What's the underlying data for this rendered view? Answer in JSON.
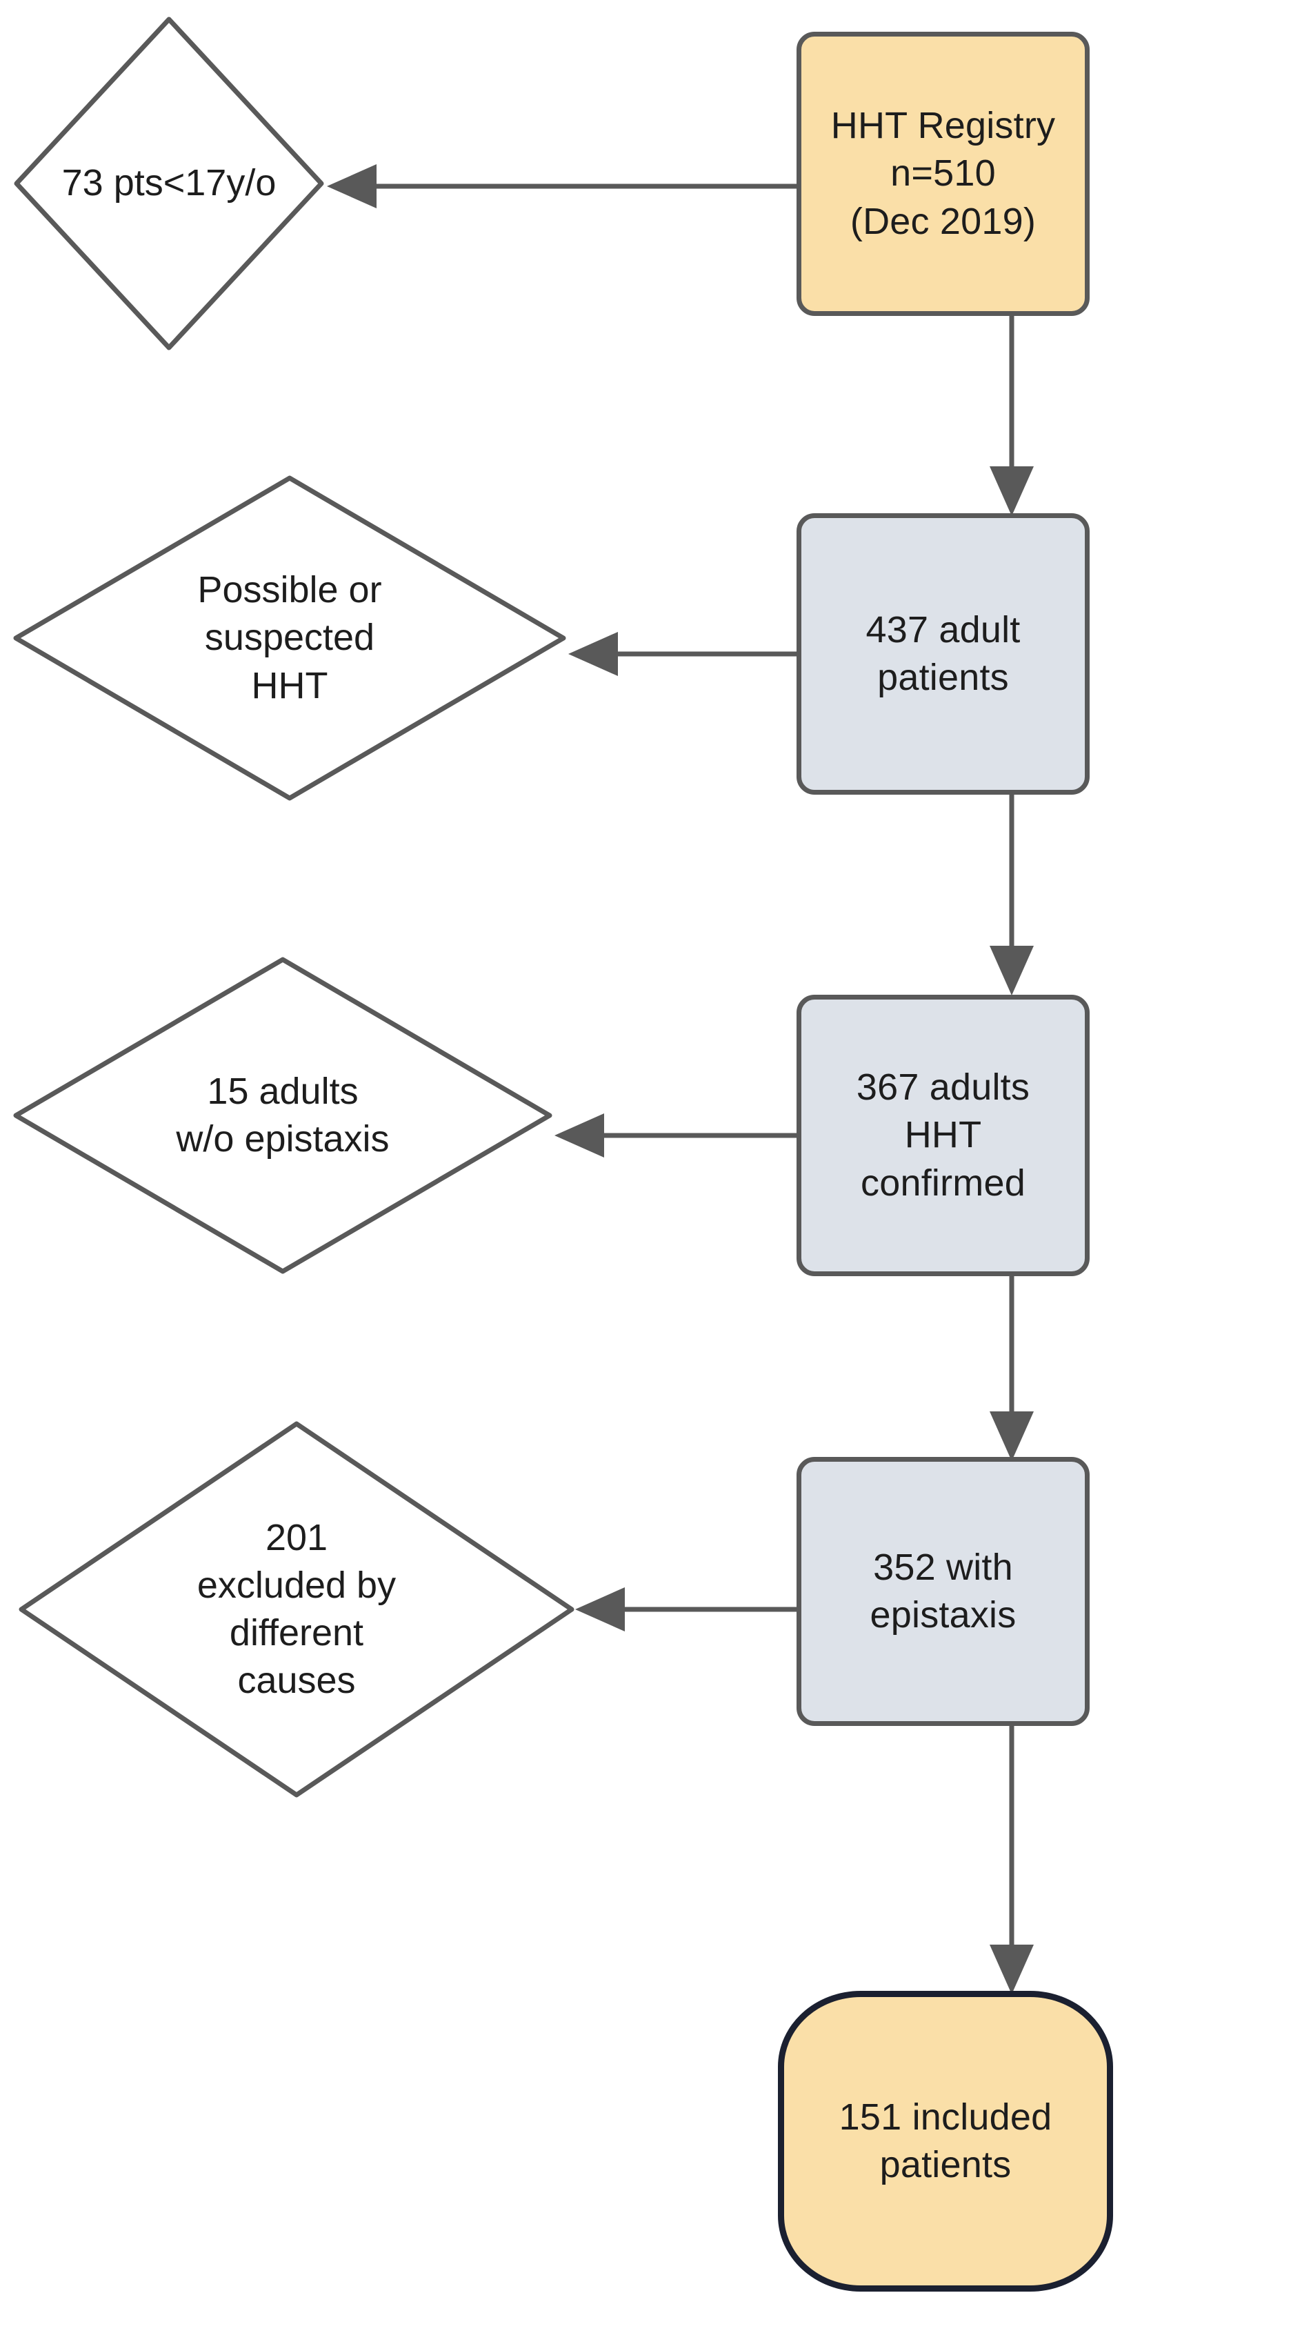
{
  "diagram": {
    "title": "HHT Registry patient selection flowchart",
    "type": "flowchart",
    "colors": {
      "box_orange_fill": "#fadfa8",
      "box_orange_border": "#595959",
      "box_grey_fill": "#dde2e9",
      "box_grey_border": "#595959",
      "terminal_border": "#1b2030",
      "diamond_fill": "#ffffff",
      "diamond_border": "#595959",
      "connector": "#595959",
      "text": "#1d1d1d",
      "background": "#ffffff"
    },
    "nodes": [
      {
        "id": "registry",
        "shape": "rounded-rect",
        "style": "orange",
        "text": "HHT Registry\nn=510\n(Dec 2019)",
        "lines": [
          "HHT Registry",
          "n=510",
          "(Dec 2019)"
        ],
        "count": 510,
        "date": "Dec 2019"
      },
      {
        "id": "excluded-minors",
        "shape": "diamond",
        "style": "white",
        "text": "73 pts<17y/o",
        "lines": [
          "73 pts<17y/o"
        ],
        "count": 73
      },
      {
        "id": "adults",
        "shape": "rounded-rect",
        "style": "grey",
        "text": "437 adult\npatients",
        "lines": [
          "437 adult",
          "patients"
        ],
        "count": 437
      },
      {
        "id": "excluded-possible",
        "shape": "diamond",
        "style": "white",
        "text": "Possible or\nsuspected\nHHT",
        "lines": [
          "Possible or",
          "suspected",
          "HHT"
        ],
        "count": null
      },
      {
        "id": "confirmed",
        "shape": "rounded-rect",
        "style": "grey",
        "text": "367 adults\nHHT\nconfirmed",
        "lines": [
          "367 adults",
          "HHT",
          "confirmed"
        ],
        "count": 367
      },
      {
        "id": "excluded-no-epistaxis",
        "shape": "diamond",
        "style": "white",
        "text": "15 adults\nw/o epistaxis",
        "lines": [
          "15 adults",
          "w/o epistaxis"
        ],
        "count": 15
      },
      {
        "id": "epistaxis",
        "shape": "rounded-rect",
        "style": "grey",
        "text": "352 with\nepistaxis",
        "lines": [
          "352 with",
          "epistaxis"
        ],
        "count": 352
      },
      {
        "id": "excluded-other",
        "shape": "diamond",
        "style": "white",
        "text": "201\nexcluded by\ndifferent\ncauses",
        "lines": [
          "201",
          "excluded by",
          "different",
          "causes"
        ],
        "count": 201
      },
      {
        "id": "included",
        "shape": "terminal",
        "style": "orange",
        "text": "151 included\npatients",
        "lines": [
          "151 included",
          "patients"
        ],
        "count": 151
      }
    ],
    "edges": [
      {
        "from": "registry",
        "to": "excluded-minors",
        "direction": "left"
      },
      {
        "from": "registry",
        "to": "adults",
        "direction": "down"
      },
      {
        "from": "adults",
        "to": "excluded-possible",
        "direction": "left"
      },
      {
        "from": "adults",
        "to": "confirmed",
        "direction": "down"
      },
      {
        "from": "confirmed",
        "to": "excluded-no-epistaxis",
        "direction": "left"
      },
      {
        "from": "confirmed",
        "to": "epistaxis",
        "direction": "down"
      },
      {
        "from": "epistaxis",
        "to": "excluded-other",
        "direction": "left"
      },
      {
        "from": "epistaxis",
        "to": "included",
        "direction": "down"
      }
    ]
  }
}
